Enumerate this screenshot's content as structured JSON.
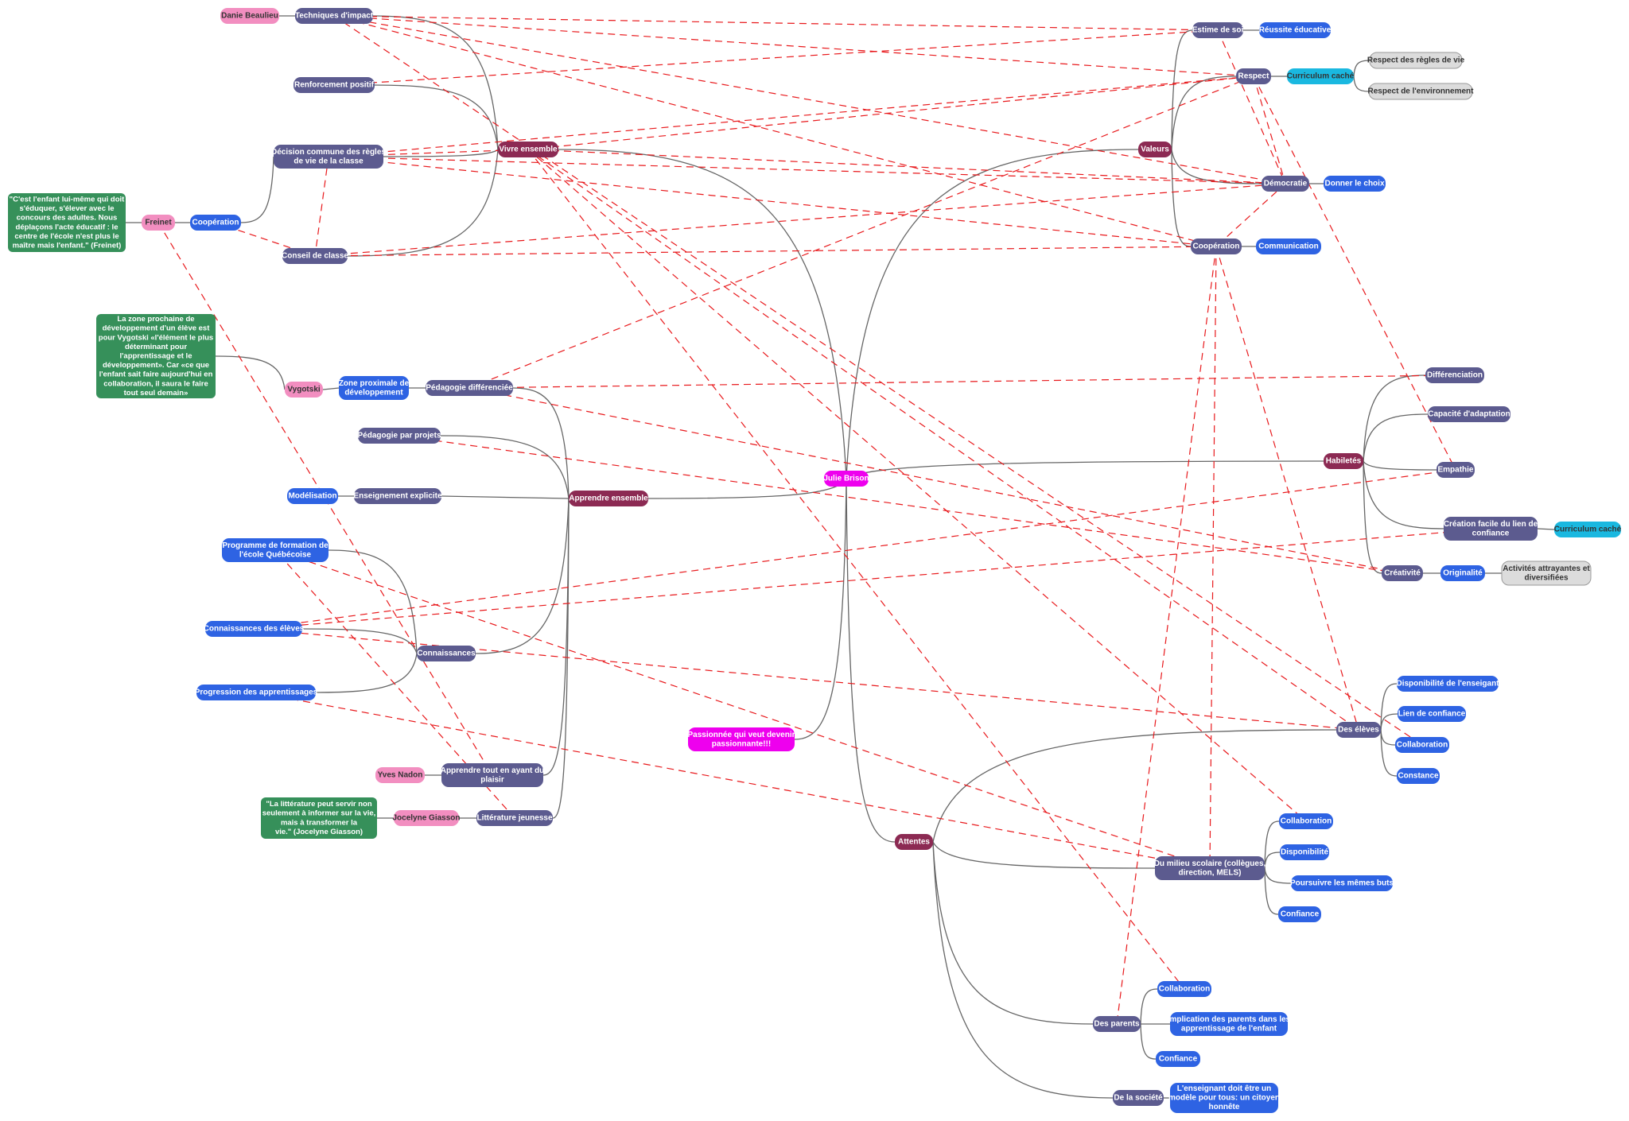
{
  "colors": {
    "center": "#ee00ee",
    "main": "#8c2a53",
    "sub": "#5c5b8f",
    "blue": "#2e63e3",
    "pink": "#f28ec0",
    "green": "#36905a",
    "cyan": "#1ab8e0",
    "grey": "#dcdcdc",
    "relation": "#e8191c",
    "edge": "#666666"
  },
  "nodes": {
    "center": [
      "Julie Brison"
    ],
    "passion": [
      "Passionnée qui veut devenir",
      "passionnante!!!"
    ],
    "vivre": [
      "Vivre ensemble"
    ],
    "apprendre": [
      "Apprendre ensemble"
    ],
    "valeurs": [
      "Valeurs"
    ],
    "habiletes": [
      "Habiletés"
    ],
    "attentes": [
      "Attentes"
    ],
    "techniques": [
      "Techniques d'impact"
    ],
    "danie": [
      "Danie Beaulieu"
    ],
    "renforcement": [
      "Renforcement positif"
    ],
    "decision": [
      "Décision commune des règles",
      "de vie de la classe"
    ],
    "conseil": [
      "Conseil de classe"
    ],
    "coop_left": [
      "Coopération"
    ],
    "freinet": [
      "Freinet"
    ],
    "freinet_quote": [
      "\"C'est l'enfant lui-même qui doit",
      "s'éduquer, s'élever avec le",
      "concours des adultes. Nous",
      "déplaçons l'acte éducatif : le",
      "centre de l'école n'est plus le",
      "maître mais l'enfant.\" (Freinet)"
    ],
    "vygotski": [
      "Vygotski"
    ],
    "vygotski_quote": [
      "La zone prochaine de",
      "développement d'un élève est",
      "pour Vygotski «l'élément le plus",
      "déterminant pour",
      "l'apprentissage et le",
      "développement». Car «ce que",
      "l'enfant sait faire aujourd'hui en",
      "collaboration, il saura le faire",
      "tout seul demain»"
    ],
    "zone": [
      "Zone proximale de",
      "développement"
    ],
    "peda_diff": [
      "Pédagogie différenciée"
    ],
    "peda_projets": [
      "Pédagogie par projets"
    ],
    "ens_explicite": [
      "Enseignement explicite"
    ],
    "modelisation": [
      "Modélisation"
    ],
    "programme": [
      "Programme de formation de",
      "l'école Québécoise"
    ],
    "connaissances_eleves": [
      "Connaissances des élèves"
    ],
    "connaissances": [
      "Connaissances"
    ],
    "progression": [
      "Progression des apprentissages"
    ],
    "apprendre_plaisir": [
      "Apprendre tout en ayant du",
      "plaisir"
    ],
    "yves": [
      "Yves Nadon"
    ],
    "litterature": [
      "Littérature jeunesse"
    ],
    "jocelyne": [
      "Jocelyne Giasson"
    ],
    "giasson_quote": [
      "\"La littérature peut servir non",
      "seulement à informer sur la vie,",
      "mais à transformer la",
      "vie.\" (Jocelyne Giasson)"
    ],
    "estime": [
      "Estime de soi"
    ],
    "reussite": [
      "Réussite éducative"
    ],
    "respect": [
      "Respect"
    ],
    "curriculum1": [
      "Curriculum caché"
    ],
    "regles": [
      "Respect des règles de vie"
    ],
    "environnement": [
      "Respect de l'environnement"
    ],
    "democratie": [
      "Démocratie"
    ],
    "choix": [
      "Donner le choix"
    ],
    "coop_right": [
      "Coopération"
    ],
    "communication": [
      "Communication"
    ],
    "differenciation": [
      "Différenciation"
    ],
    "adaptation": [
      "Capacité d'adaptation"
    ],
    "empathie": [
      "Empathie"
    ],
    "creation": [
      "Création facile du lien de",
      "confiance"
    ],
    "curriculum2": [
      "Curriculum caché"
    ],
    "creativite": [
      "Créativité"
    ],
    "originalite": [
      "Originalité"
    ],
    "activites": [
      "Activités attrayantes et",
      "diversifiées"
    ],
    "eleves": [
      "Des élèves"
    ],
    "dispo_ens": [
      "Disponibilité de l'enseigant"
    ],
    "lien_conf": [
      "Lien de confiance"
    ],
    "collab_e": [
      "Collaboration"
    ],
    "constance": [
      "Constance"
    ],
    "milieu": [
      "Du milieu scolaire (collègues,",
      "direction, MELS)"
    ],
    "collab_m": [
      "Collaboration"
    ],
    "dispo_m": [
      "Disponibilité"
    ],
    "poursuivre": [
      "Poursuivre les mêmes buts"
    ],
    "confiance_m": [
      "Confiance"
    ],
    "parents": [
      "Des parents"
    ],
    "collab_p": [
      "Collaboration"
    ],
    "implication": [
      "Implication des parents dans les",
      "apprentissage de l'enfant"
    ],
    "confiance_p": [
      "Confiance"
    ],
    "societe": [
      "De la société"
    ],
    "modele": [
      "L'enseignant doit être un",
      "modèle pour tous: un citoyen",
      "honnête"
    ]
  }
}
